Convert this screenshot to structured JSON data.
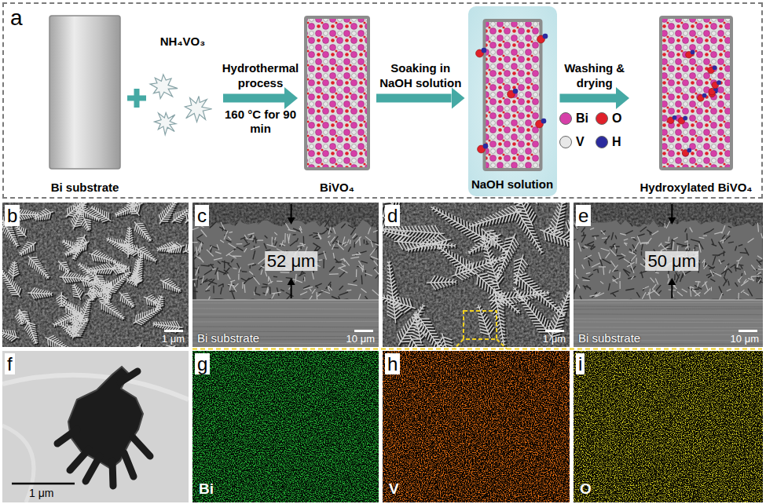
{
  "diagram": {
    "nodes": [
      {
        "text": [
          "a"
        ]
      },
      {
        "text": [
          "Bi substrate"
        ],
        "in": 0
      },
      {
        "text": [
          "NH₄VO₃"
        ],
        "in": 0
      },
      {
        "text": [
          "BiVO₄"
        ],
        "in": 0
      },
      {
        "text": [
          "NaOH solution"
        ],
        "in": 0
      },
      {
        "text": [
          "Hydroxylated BiVO₄"
        ],
        "in": 0
      },
      {
        "text": [
          "b",
          "1 μm"
        ]
      },
      {
        "text": [
          "c",
          "52 μm",
          "Bi substrate",
          "10 μm"
        ]
      },
      {
        "text": [
          "d",
          "1 μm"
        ]
      },
      {
        "text": [
          "e",
          "50 μm",
          "Bi substrate",
          "10 μm"
        ]
      },
      {
        "text": [
          "f",
          "1 μm"
        ]
      },
      {
        "text": [
          "g",
          "Bi"
        ]
      },
      {
        "text": [
          "h",
          "V"
        ]
      },
      {
        "text": [
          "i",
          "O"
        ]
      }
    ],
    "edges": [
      {
        "from": 2,
        "to": 3,
        "label": "Hydrothermal process",
        "arrow": "to"
      },
      {
        "from": 3,
        "to": 4,
        "label": "Soaking in NaOH solution",
        "arrow": "to"
      },
      {
        "from": 4,
        "to": 5,
        "label": "Washing & drying",
        "arrow": "to"
      }
    ],
    "labels": [
      "160 °C for 90 min"
    ],
    "legend": [
      {
        "text": "Bi",
        "color": "#d63fa8"
      },
      {
        "text": "O",
        "color": "#e0202a"
      },
      {
        "text": "V",
        "color": "#e8e8e8"
      },
      {
        "text": "H",
        "color": "#2b2b9e"
      }
    ]
  }
}
